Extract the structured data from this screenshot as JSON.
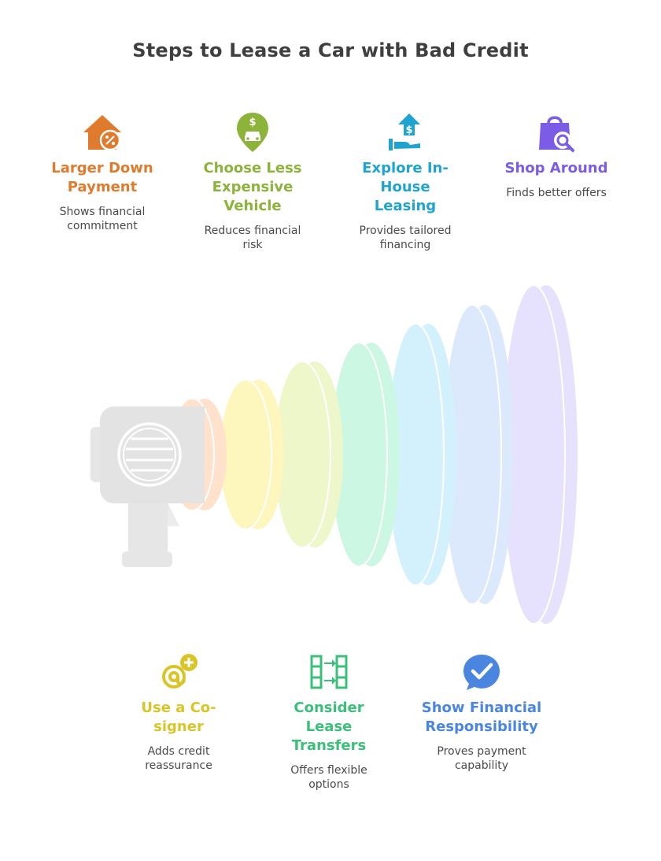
{
  "title": "Steps to Lease a Car with Bad Credit",
  "colors": {
    "orange": "#e07b2e",
    "olive": "#8cb33a",
    "teal": "#1fa3d1",
    "purple": "#7b5ce6",
    "yellow": "#d9c528",
    "green": "#3cbf7a",
    "blue": "#4a86e0",
    "megaphone": "#e3e3e3"
  },
  "steps_top": [
    {
      "label": "Larger Down Payment",
      "desc": "Shows financial commitment",
      "icon": "house-percent-icon"
    },
    {
      "label": "Choose Less Expensive Vehicle",
      "desc": "Reduces financial risk",
      "icon": "car-dollar-pin-icon"
    },
    {
      "label": "Explore In-House Leasing",
      "desc": "Provides tailored financing",
      "icon": "hand-dollar-icon"
    },
    {
      "label": "Shop Around",
      "desc": "Finds better offers",
      "icon": "shopping-bag-search-icon"
    }
  ],
  "steps_bottom": [
    {
      "label": "Use a Co-signer",
      "desc": "Adds credit reassurance",
      "icon": "at-plus-icon"
    },
    {
      "label": "Consider Lease Transfers",
      "desc": "Offers flexible options",
      "icon": "transfer-columns-icon"
    },
    {
      "label": "Show Financial Responsibility",
      "desc": "Proves payment capability",
      "icon": "check-bubble-icon"
    }
  ]
}
